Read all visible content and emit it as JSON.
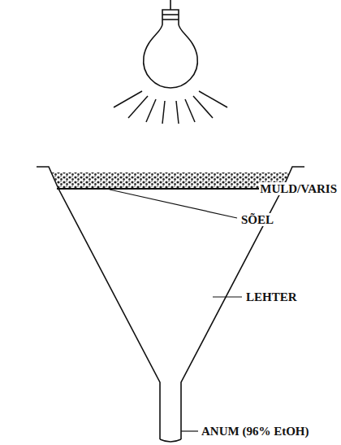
{
  "diagram": {
    "labels": [
      "MULD/VARIS",
      "SÕEL",
      "LEHTER",
      "ANUM (96% EtOH)"
    ]
  }
}
